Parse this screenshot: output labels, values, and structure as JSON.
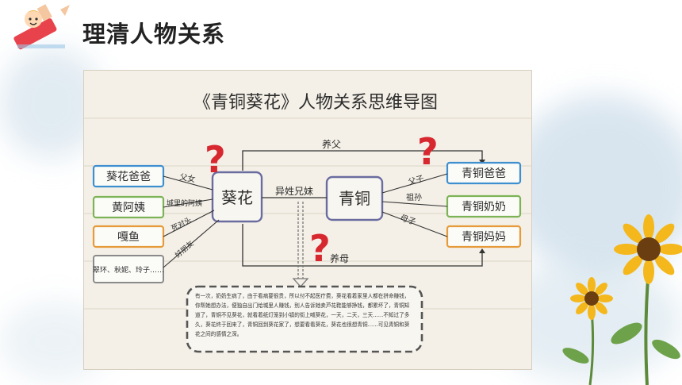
{
  "page": {
    "title": "理清人物关系"
  },
  "mindmap": {
    "title": "《青铜葵花》人物关系思维导图",
    "left_nodes": [
      {
        "label": "葵花爸爸",
        "edge_label": "父女",
        "color": "#3e8fd0"
      },
      {
        "label": "黄阿姨",
        "edge_label": "城里的阿姨",
        "color": "#7cb356"
      },
      {
        "label": "嘎鱼",
        "edge_label": "死对头",
        "color": "#e69a3a"
      },
      {
        "label": "翠环、秋妮、玲子……",
        "edge_label": "好朋友",
        "color": "#8a8a8a"
      }
    ],
    "center_left": "葵花",
    "center_right": "青铜",
    "center_edge": "异姓兄妹",
    "right_nodes": [
      {
        "label": "青铜爸爸",
        "edge_label": "父子",
        "color": "#3e8fd0"
      },
      {
        "label": "青铜奶奶",
        "edge_label": "祖孙",
        "color": "#7cb356"
      },
      {
        "label": "青铜妈妈",
        "edge_label": "母子",
        "color": "#e69a3a"
      }
    ],
    "top_arrow": "养父",
    "bottom_arrow": "养母",
    "question_mark": "?",
    "story": "有一次，奶奶生病了，由于看病要很贵，所以付不起医疗费，葵花看着家里人都在拼命赚钱，你帮她想办法，便独自出门给城里人赚钱，别人告诉她卖芦花鞋能够挣钱，都累坏了，青铜知道了，青铜不见葵花，就看着纸灯笼到小镇的街上喊葵花，一天，二天，三天……不知过了多久，葵花终于回来了，青铜回到葵花家了，想要看看葵花，葵花也很想青铜……可见青铜和葵花之间的感情之深。"
  }
}
